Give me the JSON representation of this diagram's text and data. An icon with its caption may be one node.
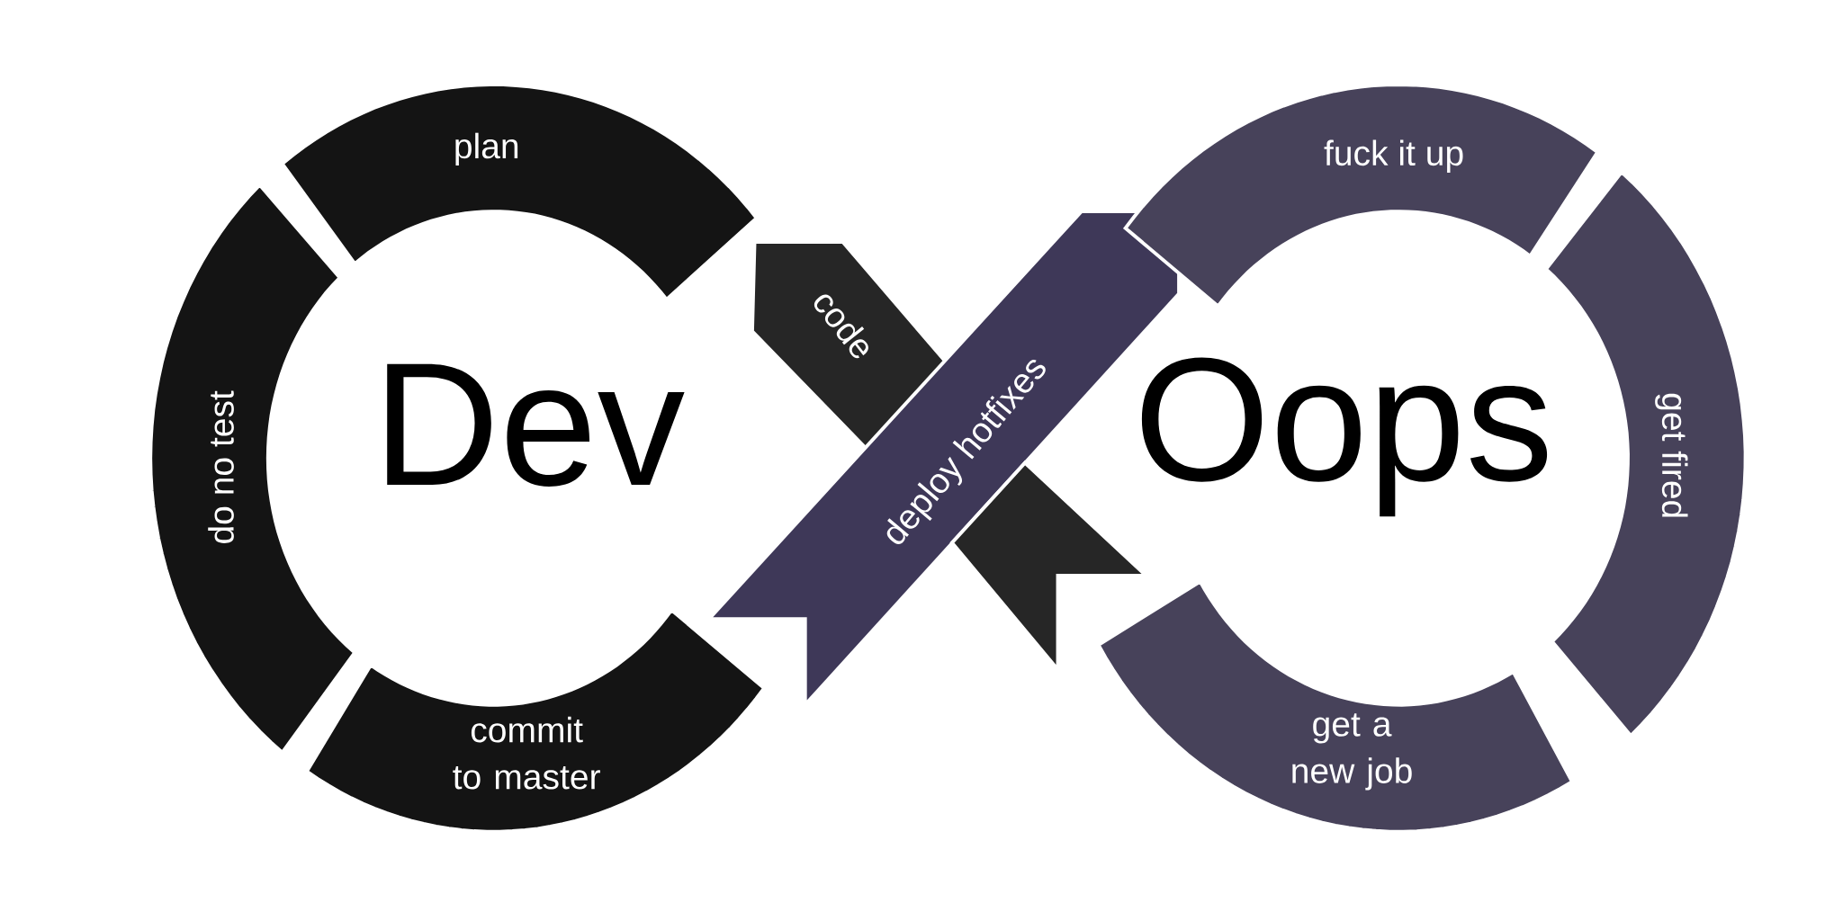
{
  "diagram": {
    "nodes": [
      {
        "text": [
          "plan"
        ]
      },
      {
        "text": [
          "code"
        ]
      },
      {
        "text": [
          "deploy hotfixes"
        ]
      },
      {
        "text": [
          "fuck it up"
        ]
      },
      {
        "text": [
          "get fired"
        ]
      },
      {
        "text": [
          "get a new job"
        ]
      },
      {
        "text": [
          "commit to master"
        ]
      },
      {
        "text": [
          "do no test"
        ]
      },
      {
        "text": [],
        "shape": "band"
      }
    ],
    "labels": [
      "Dev",
      "Oops"
    ]
  }
}
